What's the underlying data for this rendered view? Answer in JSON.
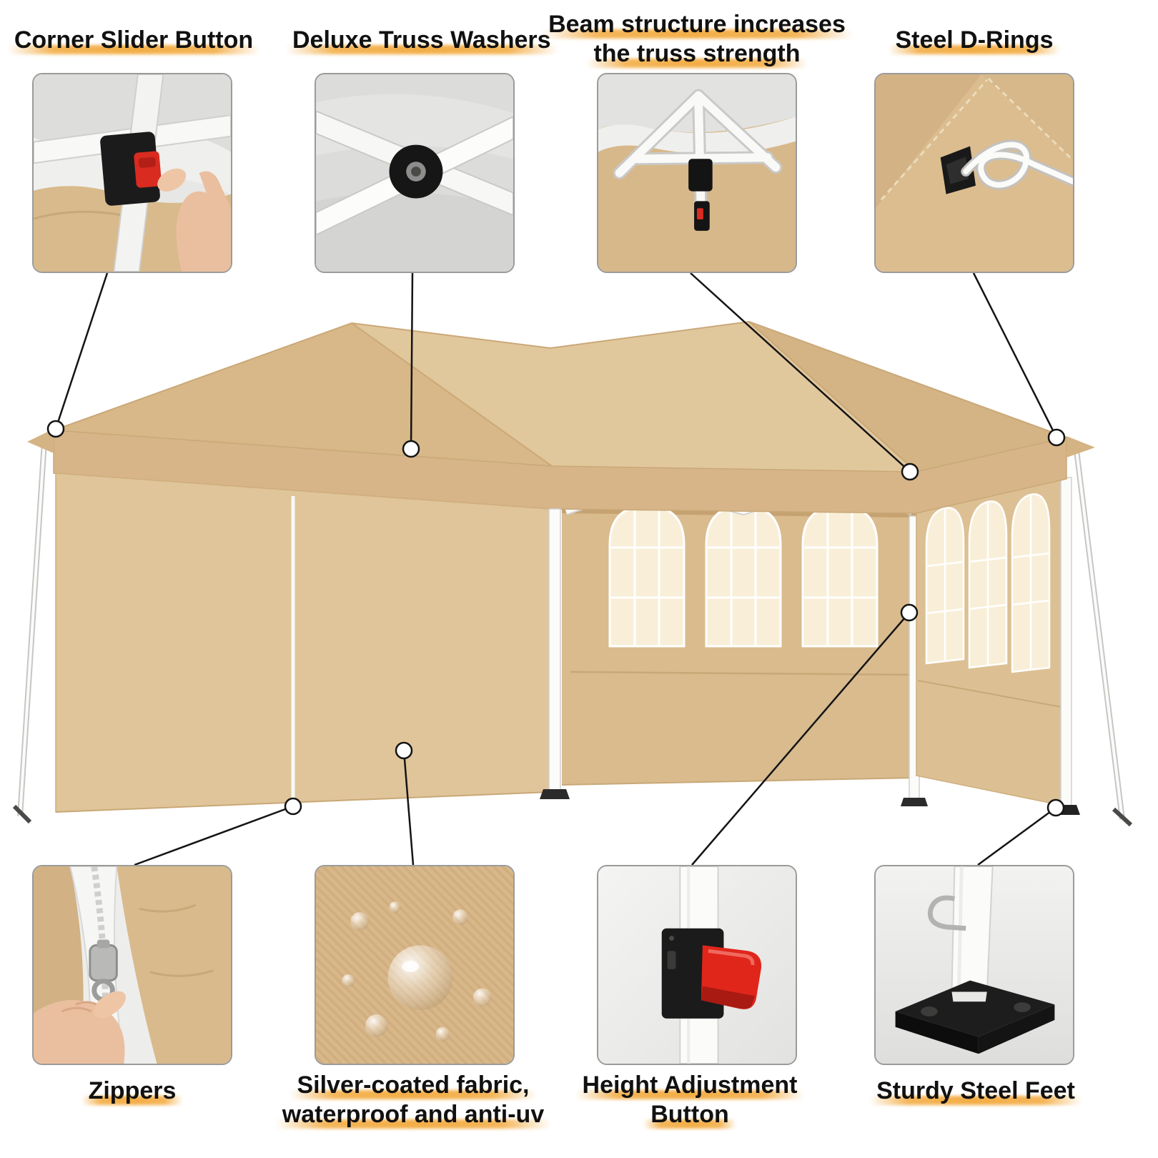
{
  "callouts": {
    "top": [
      {
        "lines": [
          "Corner Slider Button"
        ]
      },
      {
        "lines": [
          "Deluxe Truss Washers"
        ]
      },
      {
        "lines": [
          "Beam structure increases",
          "the truss strength"
        ]
      },
      {
        "lines": [
          "Steel D-Rings"
        ]
      }
    ],
    "bottom": [
      {
        "lines": [
          "Zippers"
        ]
      },
      {
        "lines": [
          "Silver-coated fabric,",
          "waterproof and anti-uv"
        ]
      },
      {
        "lines": [
          "Height Adjustment",
          "Button"
        ]
      },
      {
        "lines": [
          "Sturdy Steel Feet"
        ]
      }
    ]
  },
  "colors": {
    "canopy_tan": "#dcbf92",
    "wall_tan": "#e0c59a",
    "window_cream": "#f9efd8",
    "accent_orange": "#f2a93c",
    "button_red": "#d92b20",
    "frame_white": "#fbfbf9",
    "line_black": "#141414"
  }
}
